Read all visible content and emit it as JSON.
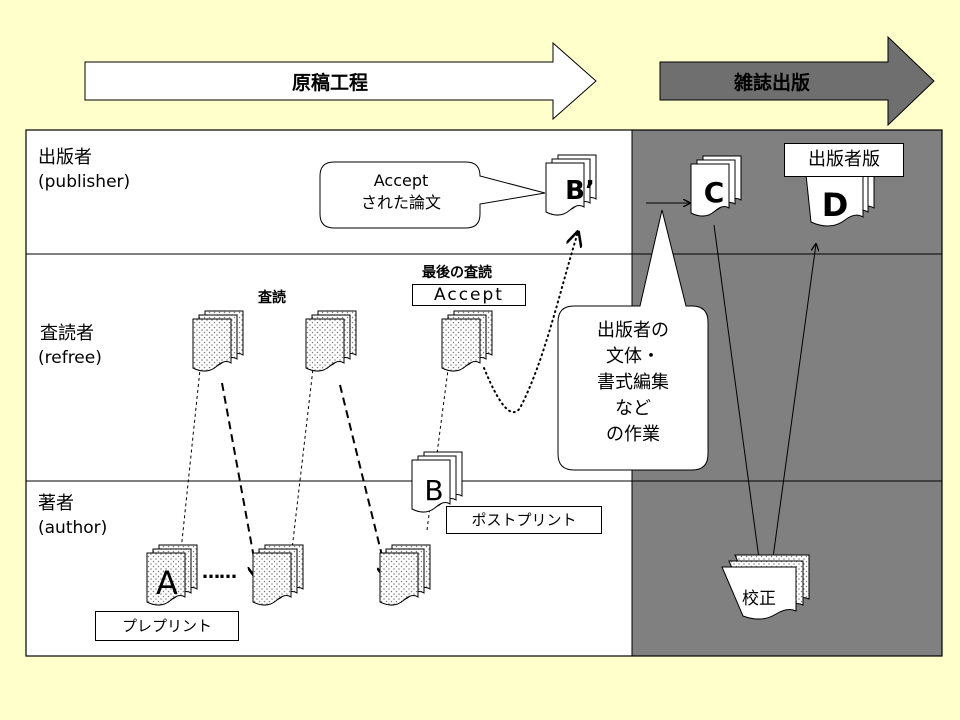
{
  "phases": {
    "manuscript": "原稿工程",
    "publication": "雑誌出版"
  },
  "lanes": {
    "publisher": {
      "label": "出版者",
      "sub": "(publisher)"
    },
    "referee": {
      "label": "査読者",
      "sub": "(refree)"
    },
    "author": {
      "label": "著者",
      "sub": "(author)"
    }
  },
  "review_labels": {
    "review": "査読",
    "final_review": "最後の査読",
    "accept": "Accept"
  },
  "accepted_callout": {
    "line1": "Accept",
    "line2": "された論文"
  },
  "publisher_work_callout": {
    "lines": [
      "出版者の",
      "文体・",
      "書式編集",
      "など",
      "の作業"
    ]
  },
  "documents": {
    "a": "A",
    "b": "B",
    "b_prime": "B’",
    "c": "C",
    "d": "D"
  },
  "tags": {
    "preprint": "プレプリント",
    "postprint": "ポストプリント",
    "publisher_version": "出版者版",
    "proofreading": "校正"
  },
  "dots": "……",
  "colors": {
    "background": "#FFFFCC",
    "dark_panel": "#808080",
    "arrow_dark": "#6F6F6F"
  }
}
